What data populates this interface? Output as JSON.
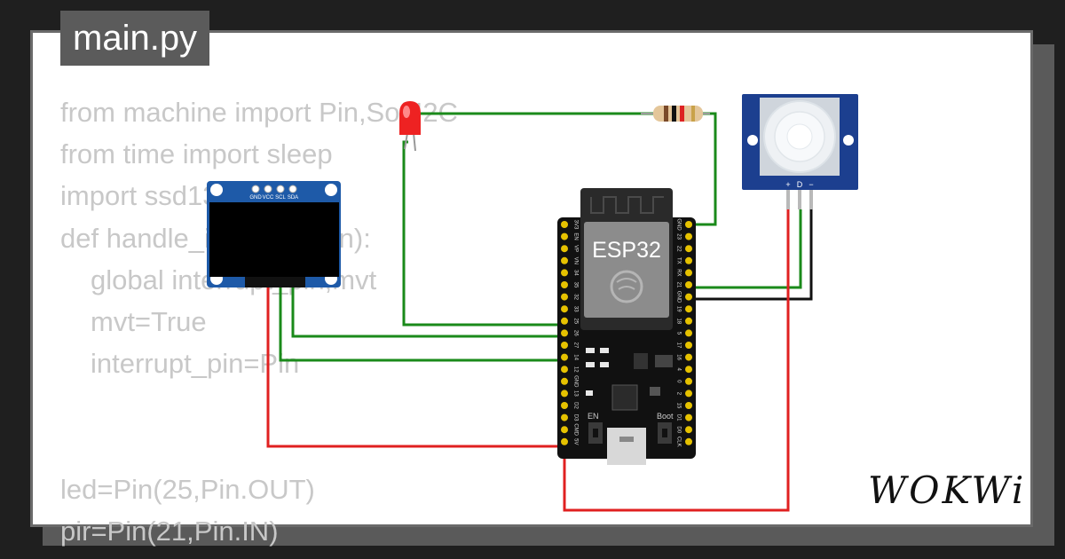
{
  "editor": {
    "file_tab": "main.py",
    "code_lines": [
      {
        "text": "from machine import Pin,SoftI2C",
        "indent": 0
      },
      {
        "text": "from time import sleep",
        "indent": 0
      },
      {
        "text": "import ssd1306",
        "indent": 0
      },
      {
        "text": "def handle_interrupt(Pin):",
        "indent": 0
      },
      {
        "text": "global interrupt_pin,mvt",
        "indent": 1
      },
      {
        "text": "mvt=True",
        "indent": 1
      },
      {
        "text": "interrupt_pin=Pin",
        "indent": 1
      },
      {
        "text": "",
        "indent": 0
      },
      {
        "text": "",
        "indent": 0
      },
      {
        "text": "led=Pin(25,Pin.OUT)",
        "indent": 0
      },
      {
        "text": "pir=Pin(21,Pin.IN)",
        "indent": 0
      }
    ]
  },
  "board": {
    "chip_label": "ESP32",
    "left_pins": [
      "3V3",
      "EN",
      "VP",
      "VN",
      "34",
      "35",
      "32",
      "33",
      "25",
      "26",
      "27",
      "14",
      "12",
      "GND",
      "13",
      "D2",
      "D3",
      "CMD",
      "5V"
    ],
    "right_pins": [
      "GND",
      "23",
      "22",
      "TX",
      "RX",
      "21",
      "GND",
      "19",
      "18",
      "5",
      "17",
      "16",
      "4",
      "0",
      "2",
      "15",
      "D1",
      "D0",
      "CLK"
    ],
    "en_label": "EN",
    "boot_label": "Boot"
  },
  "oled": {
    "pin_labels": [
      "GND",
      "VCC",
      "SCL",
      "SDA"
    ]
  },
  "pir": {
    "pin_labels": [
      "+",
      "D",
      "−"
    ]
  },
  "wire_colors": {
    "signal": "#1a8a1a",
    "power": "#e02020",
    "ground": "#111111"
  },
  "branding": {
    "logo": "WOKWi"
  }
}
